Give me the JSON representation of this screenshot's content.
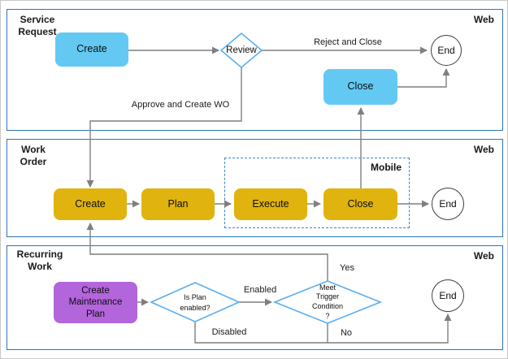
{
  "colors": {
    "cyan": "#63C9F3",
    "gold": "#E0B30E",
    "purple": "#B365DC",
    "lane_border": "#2E75B6",
    "mobile_border": "#3D86CF",
    "diamond_stroke": "#58AEF2",
    "arrow": "#7F7F7F",
    "end_stroke": "#3F3F3F"
  },
  "lanes": [
    {
      "label": "Service\nRequest",
      "web_label": "Web"
    },
    {
      "label": "Work\nOrder",
      "web_label": "Web"
    },
    {
      "label": "Recurring\nWork",
      "web_label": "Web"
    }
  ],
  "mobile_group": {
    "label": "Mobile"
  },
  "nodes": {
    "sr_create": {
      "label": "Create"
    },
    "sr_review": {
      "label": "Review"
    },
    "sr_close": {
      "label": "Close"
    },
    "sr_end": {
      "label": "End"
    },
    "wo_create": {
      "label": "Create"
    },
    "wo_plan": {
      "label": "Plan"
    },
    "wo_execute": {
      "label": "Execute"
    },
    "wo_close": {
      "label": "Close"
    },
    "wo_end": {
      "label": "End"
    },
    "rw_create_plan": {
      "label": "Create\nMaintenance\nPlan"
    },
    "rw_plan_enabled": {
      "label": "Is Plan\nenabled?"
    },
    "rw_trigger": {
      "label": "Meet\nTrigger\nCondition\n?"
    },
    "rw_end": {
      "label": "End"
    }
  },
  "edge_labels": {
    "reject_close": "Reject and Close",
    "approve_create": "Approve and Create WO",
    "enabled": "Enabled",
    "disabled": "Disabled",
    "yes": "Yes",
    "no": "No"
  }
}
